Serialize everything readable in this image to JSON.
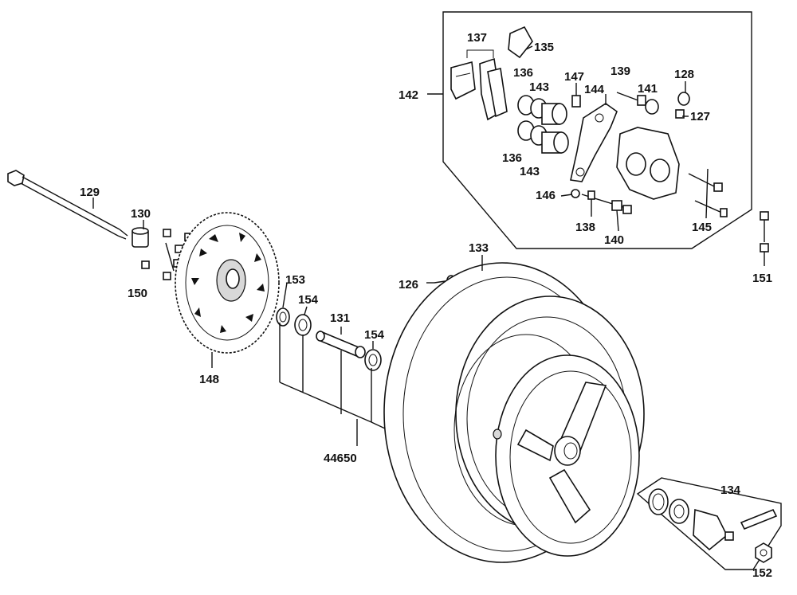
{
  "diagram": {
    "parts": [
      {
        "id": "p129",
        "label": "129",
        "name": "axle-bolt"
      },
      {
        "id": "p130",
        "label": "130",
        "name": "collar"
      },
      {
        "id": "p150",
        "label": "150",
        "name": "disc-bolts"
      },
      {
        "id": "p148",
        "label": "148",
        "name": "brake-disc"
      },
      {
        "id": "p153",
        "label": "153",
        "name": "oil-seal"
      },
      {
        "id": "p154a",
        "label": "154",
        "name": "bearing-left"
      },
      {
        "id": "p131",
        "label": "131",
        "name": "spacer-tube"
      },
      {
        "id": "p154b",
        "label": "154",
        "name": "bearing-right"
      },
      {
        "id": "p44650",
        "label": "44650",
        "name": "bearing-set"
      },
      {
        "id": "p126",
        "label": "126",
        "name": "valve"
      },
      {
        "id": "p133",
        "label": "133",
        "name": "wheel-tire"
      },
      {
        "id": "p134",
        "label": "134",
        "name": "speedometer-gear-box"
      },
      {
        "id": "p152",
        "label": "152",
        "name": "axle-nut"
      },
      {
        "id": "p151",
        "label": "151",
        "name": "caliper-bolts"
      },
      {
        "id": "p142",
        "label": "142",
        "name": "caliper-assembly"
      },
      {
        "id": "p137",
        "label": "137",
        "name": "brake-pads"
      },
      {
        "id": "p135",
        "label": "135",
        "name": "pad-spring"
      },
      {
        "id": "p136a",
        "label": "136",
        "name": "piston-seal-top"
      },
      {
        "id": "p143a",
        "label": "143",
        "name": "piston-top"
      },
      {
        "id": "p136b",
        "label": "136",
        "name": "piston-seal-bottom"
      },
      {
        "id": "p143b",
        "label": "143",
        "name": "piston-bottom"
      },
      {
        "id": "p147",
        "label": "147",
        "name": "bleed-bolt"
      },
      {
        "id": "p144",
        "label": "144",
        "name": "caliper-bracket"
      },
      {
        "id": "p139",
        "label": "139",
        "name": "pin-bolt"
      },
      {
        "id": "p141",
        "label": "141",
        "name": "boot"
      },
      {
        "id": "p128",
        "label": "128",
        "name": "bleeder-cap"
      },
      {
        "id": "p127",
        "label": "127",
        "name": "bleeder-screw"
      },
      {
        "id": "p146",
        "label": "146",
        "name": "o-ring"
      },
      {
        "id": "p138",
        "label": "138",
        "name": "slide-pin"
      },
      {
        "id": "p140",
        "label": "140",
        "name": "pin-boot"
      },
      {
        "id": "p145",
        "label": "145",
        "name": "pad-pin"
      }
    ]
  }
}
